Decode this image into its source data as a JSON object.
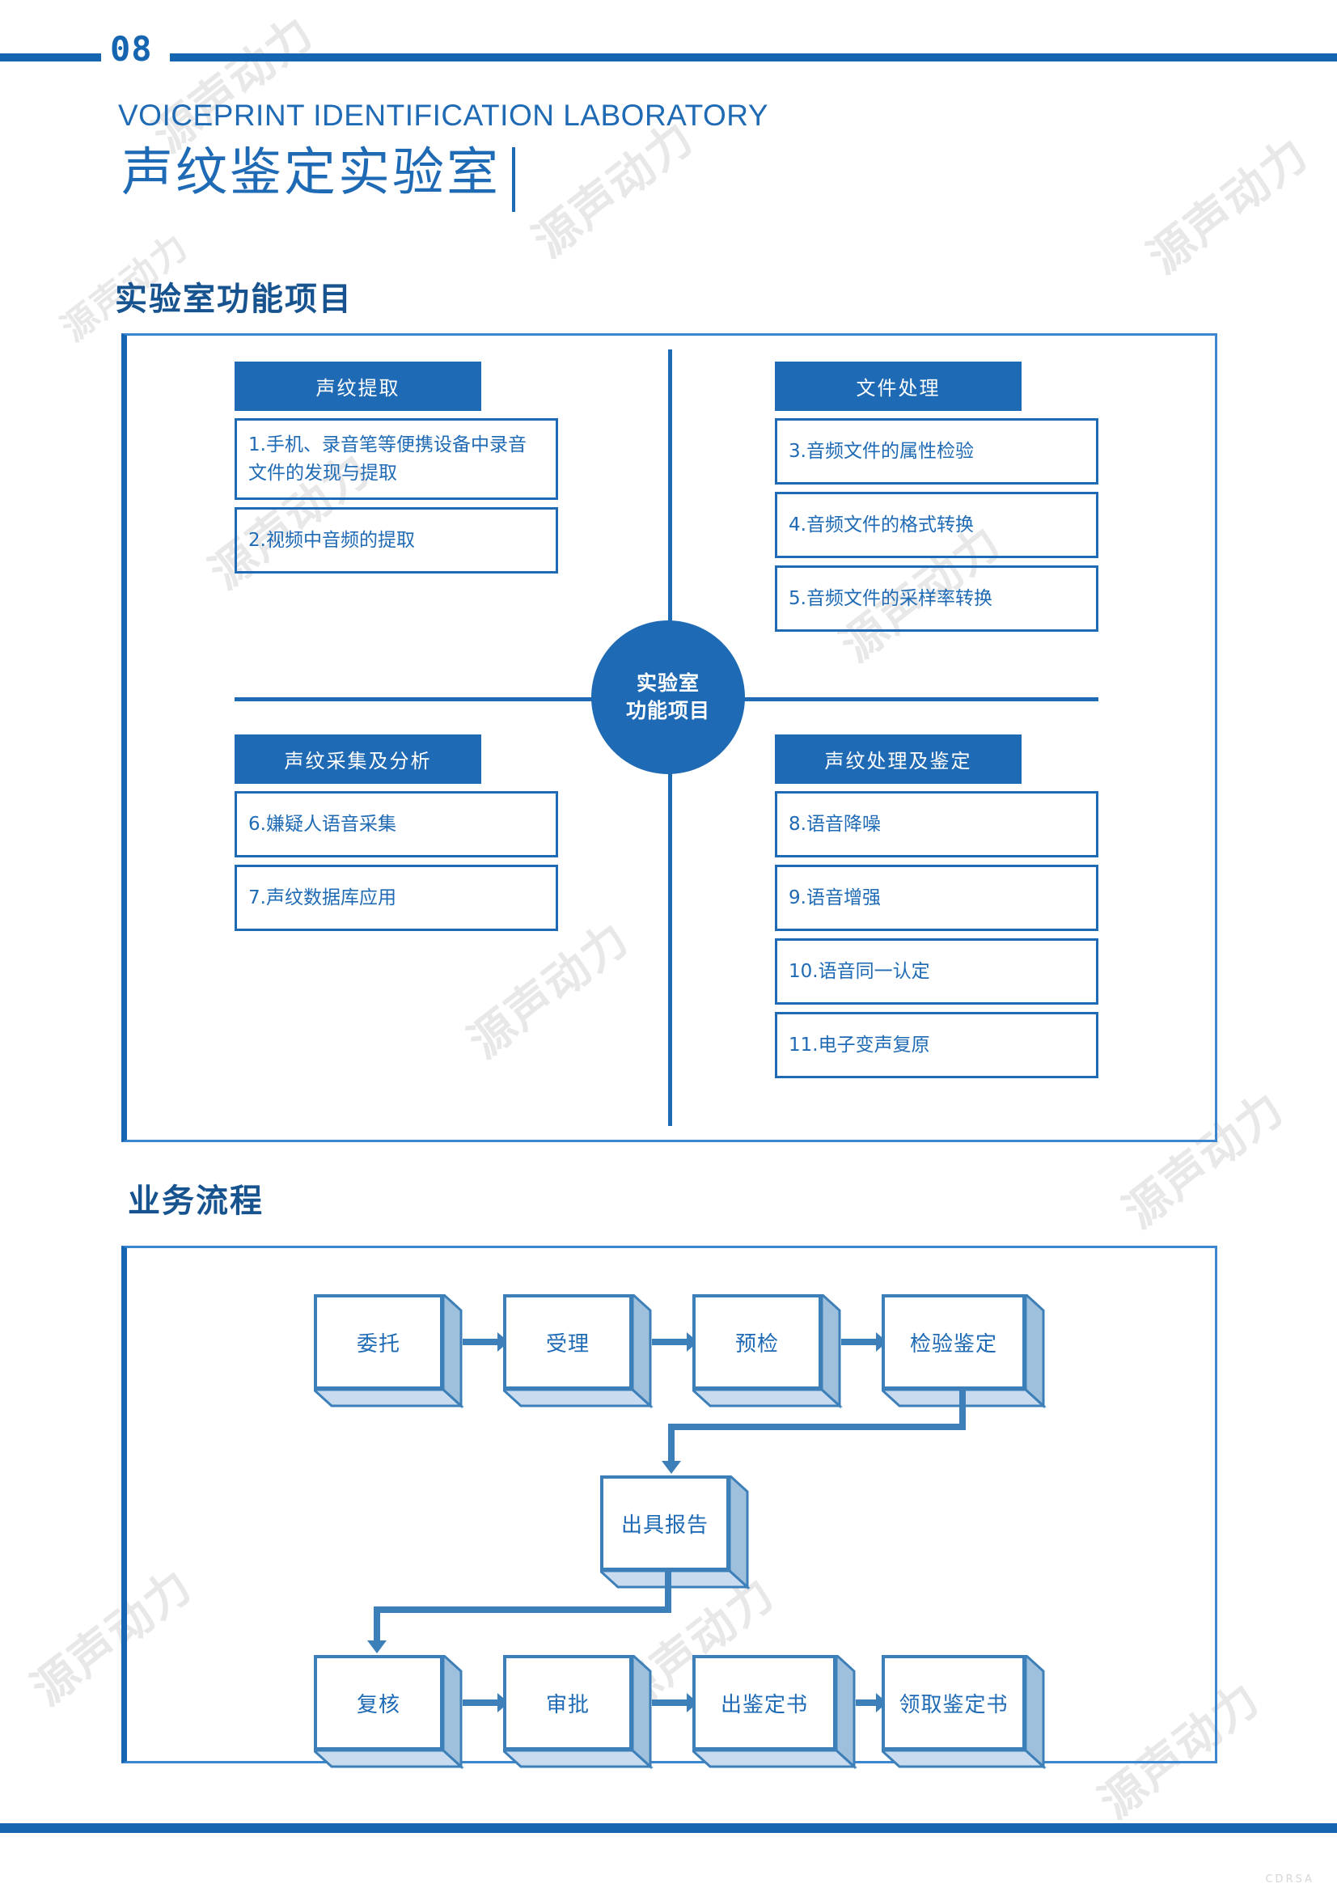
{
  "header": {
    "page_number": "08",
    "english_title": "VOICEPRINT IDENTIFICATION LABORATORY",
    "chinese_title": "声纹鉴定实验室"
  },
  "sections": {
    "functions": {
      "heading": "实验室功能项目",
      "hub_line1": "实验室",
      "hub_line2": "功能项目",
      "quadrants": [
        {
          "title": "声纹提取",
          "items": [
            "1.手机、录音笔等便携设备中录音文件的发现与提取",
            "2.视频中音频的提取"
          ]
        },
        {
          "title": "文件处理",
          "items": [
            "3.音频文件的属性检验",
            "4.音频文件的格式转换",
            "5.音频文件的采样率转换"
          ]
        },
        {
          "title": "声纹采集及分析",
          "items": [
            "6.嫌疑人语音采集",
            "7.声纹数据库应用"
          ]
        },
        {
          "title": "声纹处理及鉴定",
          "items": [
            "8.语音降噪",
            "9.语音增强",
            "10.语音同一认定",
            "11.电子变声复原"
          ]
        }
      ]
    },
    "process": {
      "heading": "业务流程",
      "row1": [
        "委托",
        "受理",
        "预检",
        "检验鉴定"
      ],
      "row2": [
        "出具报告"
      ],
      "row3": [
        "复核",
        "审批",
        "出鉴定书",
        "领取鉴定书"
      ]
    }
  },
  "watermarks": {
    "text": "源声动力",
    "footer_code": "CDRSA"
  },
  "colors": {
    "brand_blue": "#1565b0",
    "title_blue": "#1f6ab4",
    "heading_blue": "#17538f",
    "flow_blue": "#3d7fb8"
  }
}
